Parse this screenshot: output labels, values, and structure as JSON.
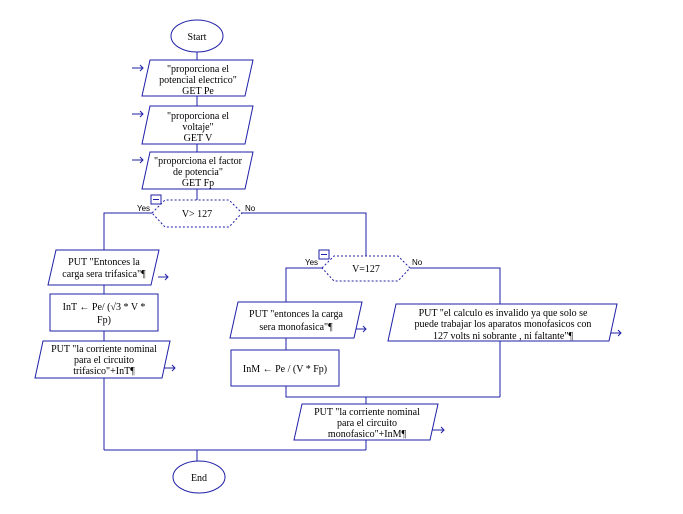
{
  "start": "Start",
  "end": "End",
  "steps": {
    "s1": [
      "\"proporciona el",
      "potencial electrico\"",
      "GET Pe"
    ],
    "s2": [
      "\"proporciona el",
      "voltaje\"",
      "GET V"
    ],
    "s3": [
      "\"proporciona el factor",
      "de potencia\"",
      "GET Fp"
    ],
    "d1": "V> 127",
    "d1_yes": "Yes",
    "d1_no": "No",
    "p1": [
      "PUT \"Entonces la",
      "carga sera trifasica\"¶"
    ],
    "a1": [
      "InT ← Pe/ (√3 * V *",
      "Fp)"
    ],
    "p2": [
      "PUT \"la corriente nominal",
      "para el circuito",
      "trifasico\"+InT¶"
    ],
    "d2": "V=127",
    "d2_yes": "Yes",
    "d2_no": "No",
    "p3": [
      "PUT \"entonces la carga",
      "sera monofasica\"¶"
    ],
    "a2": "InM ← Pe / (V * Fp)",
    "p4": [
      "PUT \"el calculo es invalido ya que solo se",
      "puede trabajar los aparatos monofasicos  con",
      "127 volts ni sobrante , ni faltante\"¶"
    ],
    "p5": [
      "PUT \"la corriente nominal",
      "para el circuito",
      "monofasico\"+InM¶"
    ]
  }
}
